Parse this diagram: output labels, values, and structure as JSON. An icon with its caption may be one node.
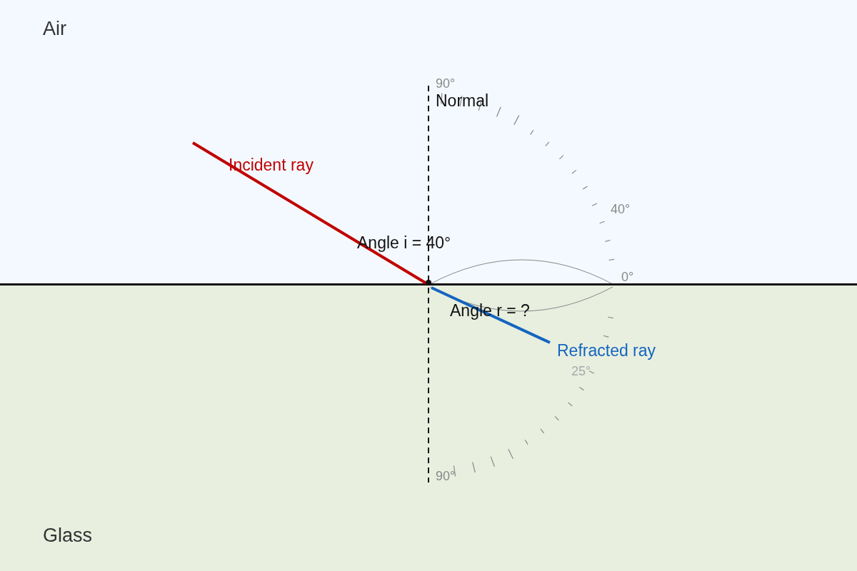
{
  "diagram": {
    "labels": [
      "Air",
      "90°",
      "Normal",
      "Incident ray",
      "40°",
      "Angle i = 40°",
      "0°",
      "Angle r = ?",
      "Refracted ray",
      "25°",
      "90°",
      "Glass"
    ]
  }
}
